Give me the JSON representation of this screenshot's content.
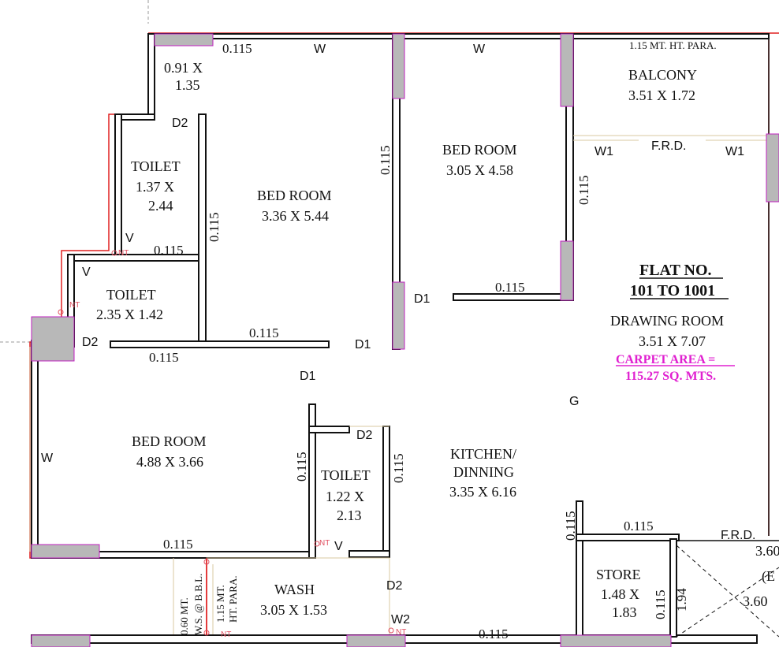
{
  "flat": {
    "title_line1": "FLAT NO.",
    "title_line2": "101 TO 1001",
    "carpet_line1": "CARPET AREA =",
    "carpet_line2": "115.27 SQ. MTS."
  },
  "rooms": {
    "duct_dim_line1": "0.91 X",
    "duct_dim_line2": "1.35",
    "toilet1_name": "TOILET",
    "toilet1_dim_line1": "1.37 X",
    "toilet1_dim_line2": "2.44",
    "bed1_name": "BED ROOM",
    "bed1_dim": "3.36 X 5.44",
    "bed2_name": "BED ROOM",
    "bed2_dim": "3.05 X 4.58",
    "balcony_name": "BALCONY",
    "balcony_dim": "3.51 X 1.72",
    "balcony_note": "1.15 MT. HT. PARA.",
    "toilet2_name": "TOILET",
    "toilet2_dim": "2.35 X 1.42",
    "drawing_name": "DRAWING ROOM",
    "drawing_dim": "3.51 X 7.07",
    "bed3_name": "BED ROOM",
    "bed3_dim": "4.88 X 3.66",
    "toilet3_name": "TOILET",
    "toilet3_dim_line1": "1.22 X",
    "toilet3_dim_line2": "2.13",
    "kitchen_line1": "KITCHEN/",
    "kitchen_line2": "DINNING",
    "kitchen_dim": "3.35 X 6.16",
    "wash_name": "WASH",
    "wash_dim": "3.05 X 1.53",
    "wash_note1": "0.60 MT.",
    "wash_note2": "W.S. @ B.B.L.",
    "wash_note3": "1.15 MT.",
    "wash_note4": "HT. PARA.",
    "store_name": "STORE",
    "store_dim_line1": "1.48 X",
    "store_dim_line2": "1.83",
    "lift_dim": "1.94",
    "edge_dim1": "3.60",
    "edge_dim2": "3.60",
    "edge_letter": "(E"
  },
  "walls": {
    "thickness": "0.115"
  },
  "openings": {
    "window": "W",
    "window1": "W1",
    "window2": "W2",
    "door1": "D1",
    "door2": "D2",
    "frd": "F.R.D.",
    "vent": "V",
    "nt": "NT",
    "entrance": "G"
  }
}
